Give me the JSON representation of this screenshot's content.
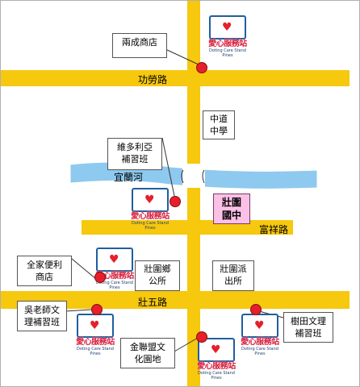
{
  "roads": {
    "gonglao": "功勞路",
    "fuxiang": "富祥路",
    "zhuangwu": "壯五路",
    "yilan_river": "宜蘭河"
  },
  "landmarks": {
    "zhongdao_school": [
      "中道",
      "中學"
    ],
    "zhuangwei_junior_high": [
      "壯圍",
      "國中"
    ],
    "zhuangwei_township_office": [
      "壯圍鄉",
      "公所"
    ],
    "zhuangwei_police": [
      "壯圍派",
      "出所"
    ]
  },
  "callouts": {
    "liangcheng_store": "兩成商店",
    "victoria_school": [
      "維多利亞",
      "補習班"
    ],
    "familymart": [
      "全家便利",
      "商店"
    ],
    "wu_teacher": [
      "吳老師文",
      "理補習班"
    ],
    "shutian": [
      "樹田文理",
      "補習班"
    ],
    "jinlianmeng": [
      "金聯盟文",
      "化園地"
    ]
  },
  "logo": {
    "title": "愛心服務站",
    "subtitle": "Doting Care Stand Pines"
  },
  "colors": {
    "road": "#f6c80e",
    "river": "#8ec9ef",
    "pin": "#e5202a",
    "school_box": "#fbc0e6"
  }
}
